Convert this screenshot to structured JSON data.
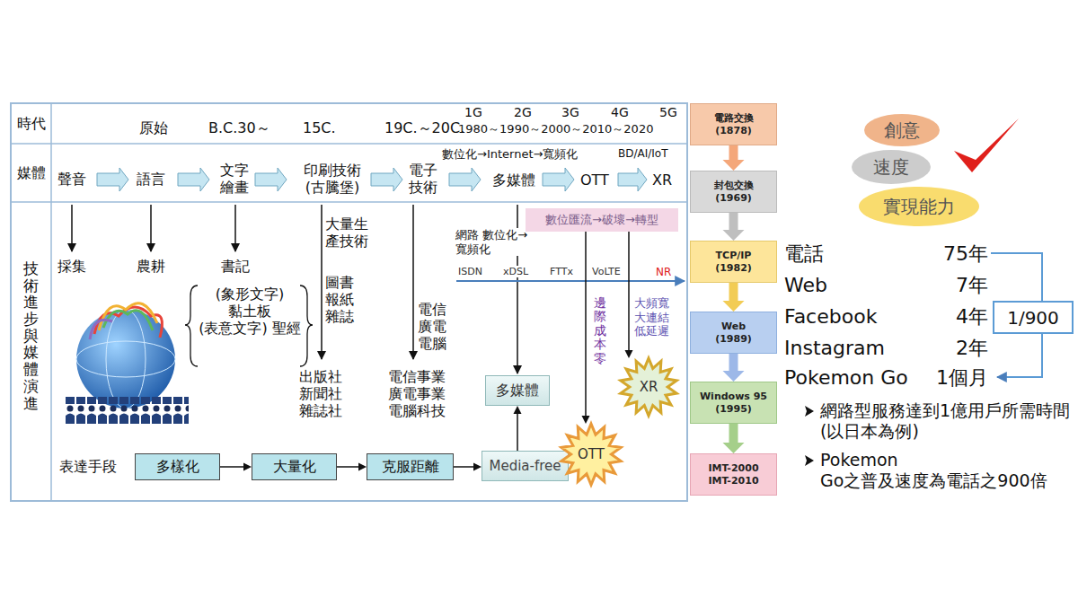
{
  "diagram": {
    "nodes": [
      {
        "text": [
          "數位匯流→破壞→轉型"
        ]
      },
      {
        "text": [
          "多媒體"
        ]
      },
      {
        "text": [
          "XR"
        ]
      },
      {
        "text": [
          "多樣化"
        ]
      },
      {
        "text": [
          "大量化"
        ]
      },
      {
        "text": [
          "克服距離"
        ]
      },
      {
        "text": [
          "Media-free"
        ]
      },
      {
        "text": [
          "OTT"
        ]
      },
      {
        "text": [
          "電路交換",
          "(1878)"
        ]
      },
      {
        "text": [
          "封包交換",
          "(1969)"
        ]
      },
      {
        "text": [
          "TCP/IP",
          "(1982)"
        ]
      },
      {
        "text": [
          "Web",
          "(1989)"
        ]
      },
      {
        "text": [
          "Windows 95",
          "(1995)"
        ]
      },
      {
        "text": [
          "IMT-2000",
          "IMT-2010"
        ]
      },
      {
        "text": [
          "創意"
        ]
      },
      {
        "text": [
          "速度"
        ]
      },
      {
        "text": [
          "實現能力"
        ]
      },
      {
        "text": [
          "1/900"
        ]
      }
    ],
    "edges": [
      {
        "from": 3,
        "to": 4,
        "arrow": "to"
      },
      {
        "from": 4,
        "to": 5,
        "arrow": "to"
      },
      {
        "from": 5,
        "to": 6,
        "arrow": "to"
      },
      {
        "from": 6,
        "to": 1,
        "arrow": "to"
      },
      {
        "from": 0,
        "to": 7,
        "arrow": "to"
      },
      {
        "from": 0,
        "to": 2,
        "arrow": "to"
      },
      {
        "from": 8,
        "to": 9,
        "arrow": "to"
      },
      {
        "from": 9,
        "to": 10,
        "arrow": "to"
      },
      {
        "from": 10,
        "to": 11,
        "arrow": "to"
      },
      {
        "from": 11,
        "to": 12,
        "arrow": "to"
      },
      {
        "from": 12,
        "to": 13,
        "arrow": "to"
      }
    ],
    "labels": [
      "時代",
      "媒體",
      "技術進步與媒體演進",
      "原始",
      "B.C.30～",
      "15C.",
      "19C.～20C.",
      "1G",
      "2G",
      "3G",
      "4G",
      "5G",
      "1980～1990～2000～2010～2020",
      "聲音",
      "語言",
      "文字 繪畫",
      "印刷技術 (古騰堡)",
      "電子 技術",
      "數位化→Internet→寬頻化",
      "多媒體",
      "OTT",
      "BD/AI/IoT",
      "XR",
      "採集",
      "農耕",
      "書記",
      "(象形文字) 黏土板 (表意文字) 聖經",
      "大量生 產技術",
      "圖書 報紙 雜誌",
      "出版社 新聞社 雜誌社",
      "電信 廣電 電腦",
      "電信事業 廣電事業 電腦科技",
      "網路 數位化→寬頻化",
      "ISDN",
      "xDSL",
      "FTTx",
      "VoLTE",
      "NR",
      "邊際成本零",
      "大頻寬 大連結 低延遲",
      "表達手段",
      "電話",
      "75年",
      "Web",
      "7年",
      "Facebook",
      "4年",
      "Instagram",
      "2年",
      "Pokemon Go",
      "1個月",
      "網路型服務達到1億用戶所需時間(以日本為例)",
      "Pokemon Go之普及速度為電話之900倍"
    ]
  }
}
